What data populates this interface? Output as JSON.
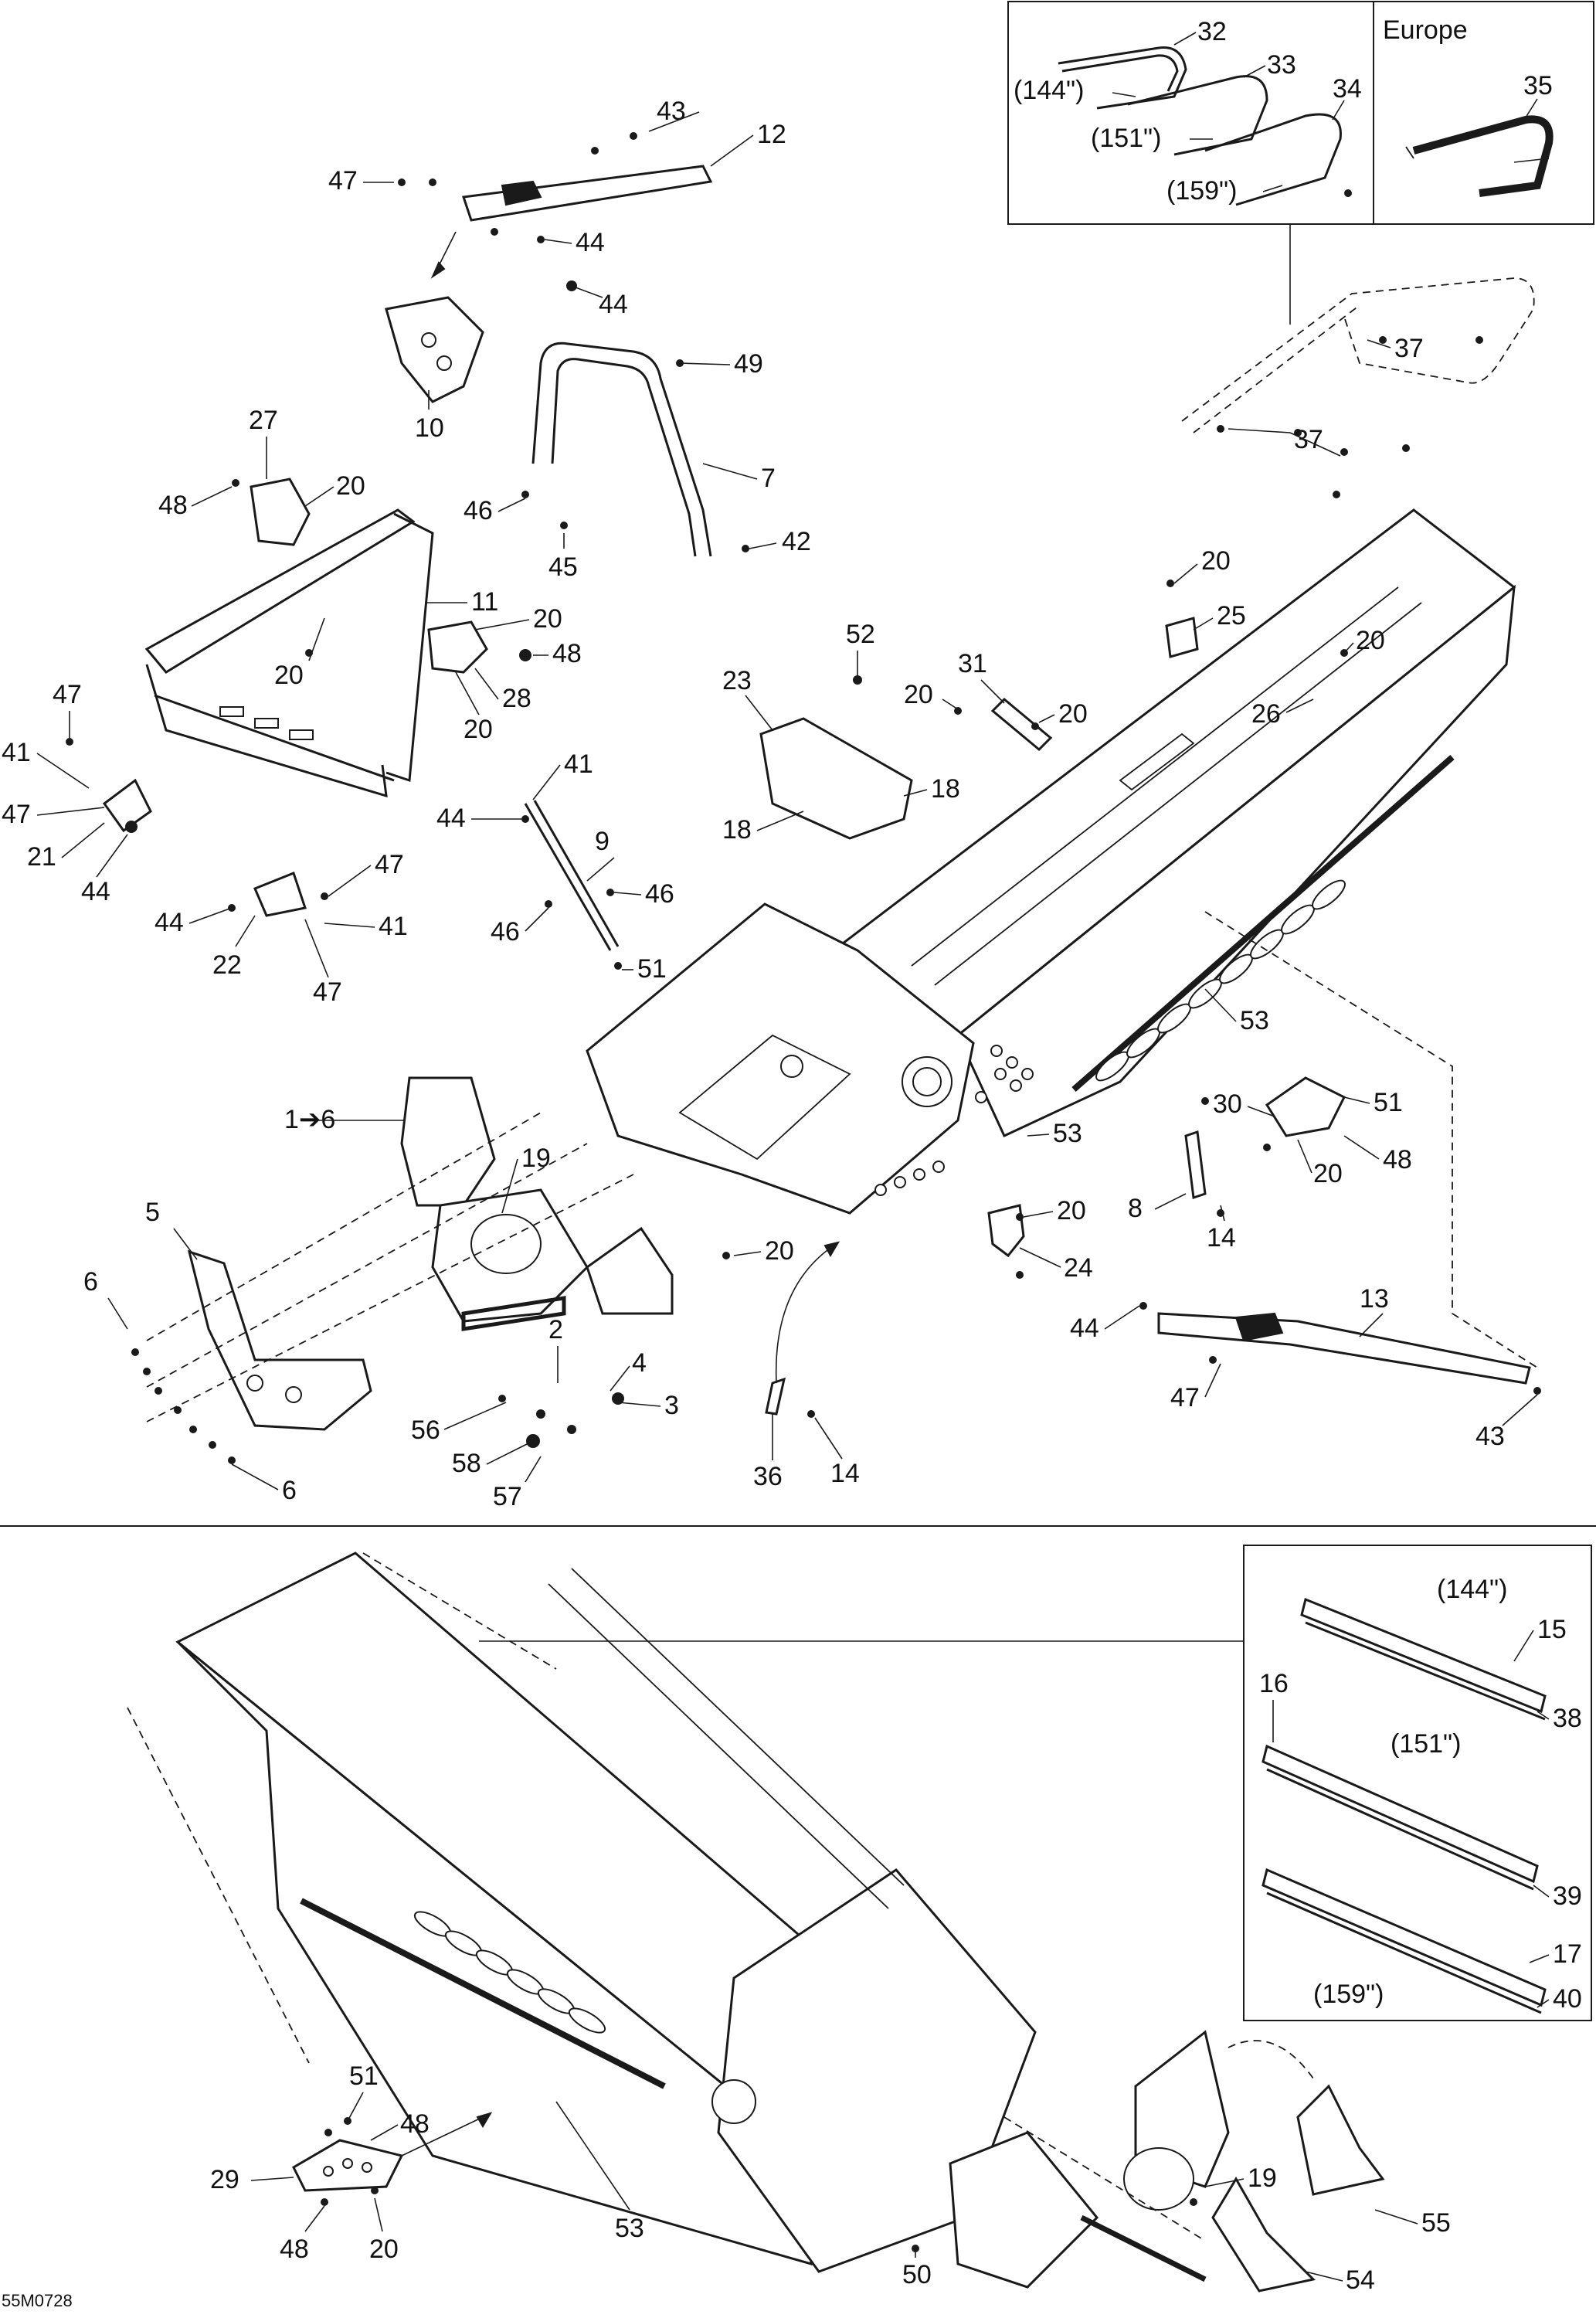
{
  "drawing_code": "55M0728",
  "insets": {
    "europe_title": "Europe",
    "top_lengths": [
      "(144\")",
      "(151\")",
      "(159\")"
    ],
    "bottom_lengths": [
      "(144\")",
      "(151\")",
      "(159\")"
    ]
  },
  "callouts": [
    {
      "id": "c32",
      "text": "32"
    },
    {
      "id": "c33",
      "text": "33"
    },
    {
      "id": "c34",
      "text": "34"
    },
    {
      "id": "c35",
      "text": "35"
    },
    {
      "id": "c37a",
      "text": "37"
    },
    {
      "id": "c37b",
      "text": "37"
    },
    {
      "id": "c43a",
      "text": "43"
    },
    {
      "id": "c12",
      "text": "12"
    },
    {
      "id": "c47a",
      "text": "47"
    },
    {
      "id": "c44a",
      "text": "44"
    },
    {
      "id": "c44b",
      "text": "44"
    },
    {
      "id": "c49",
      "text": "49"
    },
    {
      "id": "c10",
      "text": "10"
    },
    {
      "id": "c7",
      "text": "7"
    },
    {
      "id": "c46a",
      "text": "46"
    },
    {
      "id": "c45",
      "text": "45"
    },
    {
      "id": "c42",
      "text": "42"
    },
    {
      "id": "c27",
      "text": "27"
    },
    {
      "id": "c48a",
      "text": "48"
    },
    {
      "id": "c20a",
      "text": "20"
    },
    {
      "id": "c11",
      "text": "11"
    },
    {
      "id": "c20b",
      "text": "20"
    },
    {
      "id": "c48b",
      "text": "48"
    },
    {
      "id": "c20c",
      "text": "20"
    },
    {
      "id": "c28",
      "text": "28"
    },
    {
      "id": "c20d",
      "text": "20"
    },
    {
      "id": "c47b",
      "text": "47"
    },
    {
      "id": "c41a",
      "text": "41"
    },
    {
      "id": "c47c",
      "text": "47"
    },
    {
      "id": "c21",
      "text": "21"
    },
    {
      "id": "c44c",
      "text": "44"
    },
    {
      "id": "c41b",
      "text": "41"
    },
    {
      "id": "c44d",
      "text": "44"
    },
    {
      "id": "c9",
      "text": "9"
    },
    {
      "id": "c46b",
      "text": "46"
    },
    {
      "id": "c46c",
      "text": "46"
    },
    {
      "id": "c51a",
      "text": "51"
    },
    {
      "id": "c47d",
      "text": "47"
    },
    {
      "id": "c44e",
      "text": "44"
    },
    {
      "id": "c41c",
      "text": "41"
    },
    {
      "id": "c22",
      "text": "22"
    },
    {
      "id": "c47e",
      "text": "47"
    },
    {
      "id": "c20e",
      "text": "20"
    },
    {
      "id": "c25",
      "text": "25"
    },
    {
      "id": "c20f",
      "text": "20"
    },
    {
      "id": "c26",
      "text": "26"
    },
    {
      "id": "c52",
      "text": "52"
    },
    {
      "id": "c23",
      "text": "23"
    },
    {
      "id": "c20g",
      "text": "20"
    },
    {
      "id": "c31",
      "text": "31"
    },
    {
      "id": "c20h",
      "text": "20"
    },
    {
      "id": "c18a",
      "text": "18"
    },
    {
      "id": "c18b",
      "text": "18"
    },
    {
      "id": "c53a",
      "text": "53"
    },
    {
      "id": "c30",
      "text": "30"
    },
    {
      "id": "c51b",
      "text": "51"
    },
    {
      "id": "c48c",
      "text": "48"
    },
    {
      "id": "c20i",
      "text": "20"
    },
    {
      "id": "c1to6",
      "text": "1➔6"
    },
    {
      "id": "c19a",
      "text": "19"
    },
    {
      "id": "c5",
      "text": "5"
    },
    {
      "id": "c6a",
      "text": "6"
    },
    {
      "id": "c20j",
      "text": "20"
    },
    {
      "id": "c53b",
      "text": "53"
    },
    {
      "id": "c8",
      "text": "8"
    },
    {
      "id": "c14a",
      "text": "14"
    },
    {
      "id": "c20k",
      "text": "20"
    },
    {
      "id": "c24",
      "text": "24"
    },
    {
      "id": "c2",
      "text": "2"
    },
    {
      "id": "c4",
      "text": "4"
    },
    {
      "id": "c3",
      "text": "3"
    },
    {
      "id": "c56",
      "text": "56"
    },
    {
      "id": "c58",
      "text": "58"
    },
    {
      "id": "c57",
      "text": "57"
    },
    {
      "id": "c6b",
      "text": "6"
    },
    {
      "id": "c36",
      "text": "36"
    },
    {
      "id": "c14b",
      "text": "14"
    },
    {
      "id": "c13",
      "text": "13"
    },
    {
      "id": "c44f",
      "text": "44"
    },
    {
      "id": "c47f",
      "text": "47"
    },
    {
      "id": "c43b",
      "text": "43"
    },
    {
      "id": "c15",
      "text": "15"
    },
    {
      "id": "c16",
      "text": "16"
    },
    {
      "id": "c38",
      "text": "38"
    },
    {
      "id": "c39",
      "text": "39"
    },
    {
      "id": "c17",
      "text": "17"
    },
    {
      "id": "c40",
      "text": "40"
    },
    {
      "id": "c51c",
      "text": "51"
    },
    {
      "id": "c48d",
      "text": "48"
    },
    {
      "id": "c29",
      "text": "29"
    },
    {
      "id": "c48e",
      "text": "48"
    },
    {
      "id": "c20l",
      "text": "20"
    },
    {
      "id": "c53c",
      "text": "53"
    },
    {
      "id": "c50",
      "text": "50"
    },
    {
      "id": "c19b",
      "text": "19"
    },
    {
      "id": "c55",
      "text": "55"
    },
    {
      "id": "c54",
      "text": "54"
    }
  ]
}
